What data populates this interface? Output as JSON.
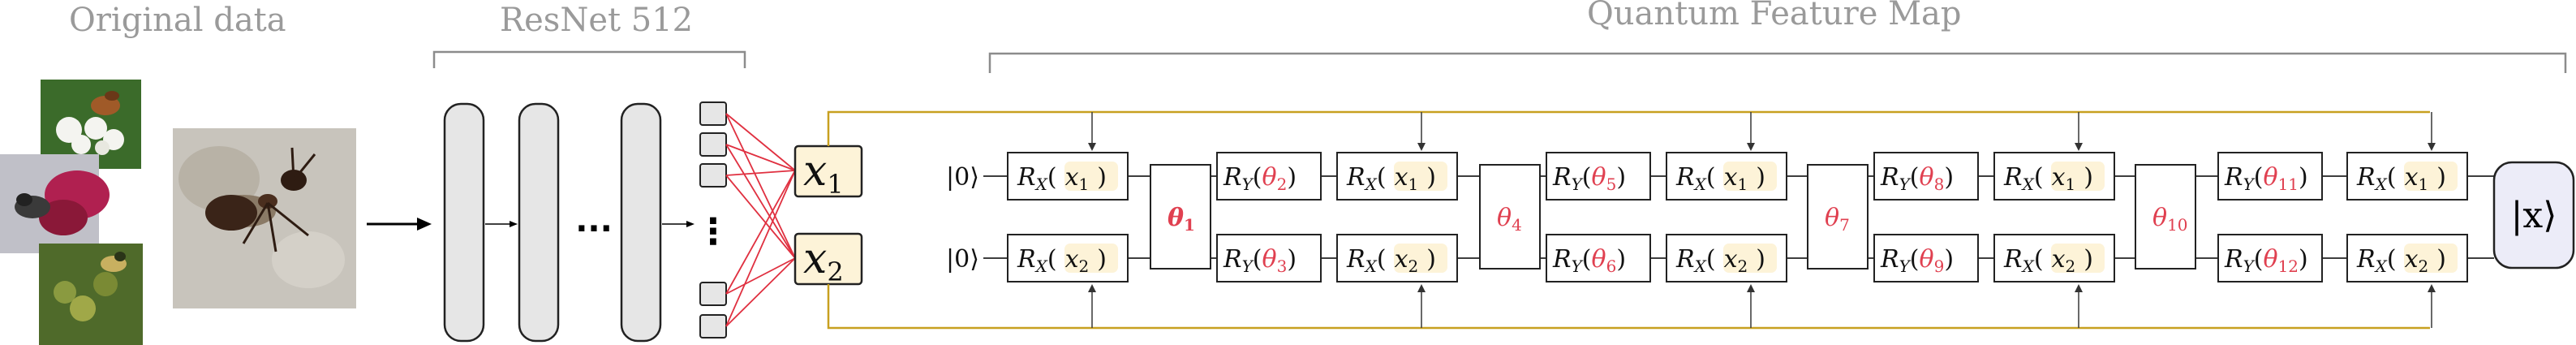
{
  "titles": {
    "original": "Original data",
    "resnet": "ResNet 512",
    "qfm": "Quantum Feature Map"
  },
  "images": [
    {
      "subject": "bee-on-white-flowers",
      "colors": [
        "#3b6b2a",
        "#f4f4f0",
        "#a05a28"
      ]
    },
    {
      "subject": "fly-on-red-flower",
      "colors": [
        "#c0c0c8",
        "#b02050",
        "#3a3a3a"
      ]
    },
    {
      "subject": "insect-on-green-buds",
      "colors": [
        "#4f6a2a",
        "#c8b060",
        "#2a3418"
      ]
    },
    {
      "subject": "ant-on-ground",
      "colors": [
        "#c8c4bc",
        "#8a7a66",
        "#3a2418"
      ]
    }
  ],
  "resnet": {
    "dots": "...",
    "vdots": "⋮"
  },
  "encoded": {
    "x": "x",
    "sub1": "1",
    "sub2": "2"
  },
  "circuit": {
    "input_state": "|0⟩",
    "rx": {
      "R": "R",
      "X": "X",
      "x": "x"
    },
    "ry": {
      "R": "R",
      "Y": "Y"
    },
    "theta": "θ",
    "layers": [
      {
        "ent": "1",
        "ry_top": "2",
        "ry_bot": "3"
      },
      {
        "ent": "4",
        "ry_top": "5",
        "ry_bot": "6"
      },
      {
        "ent": "7",
        "ry_top": "8",
        "ry_bot": "9"
      },
      {
        "ent": "10",
        "ry_top": "11",
        "ry_bot": "12"
      }
    ],
    "output_state": "|x⟩"
  },
  "colors": {
    "highlight": "#fdf3d8",
    "highlight_stroke": "#444444",
    "feed_line": "#c8a020",
    "red_line": "#e03040",
    "layer_fill": "#e6e6e6",
    "output_fill": "#ececf8"
  }
}
